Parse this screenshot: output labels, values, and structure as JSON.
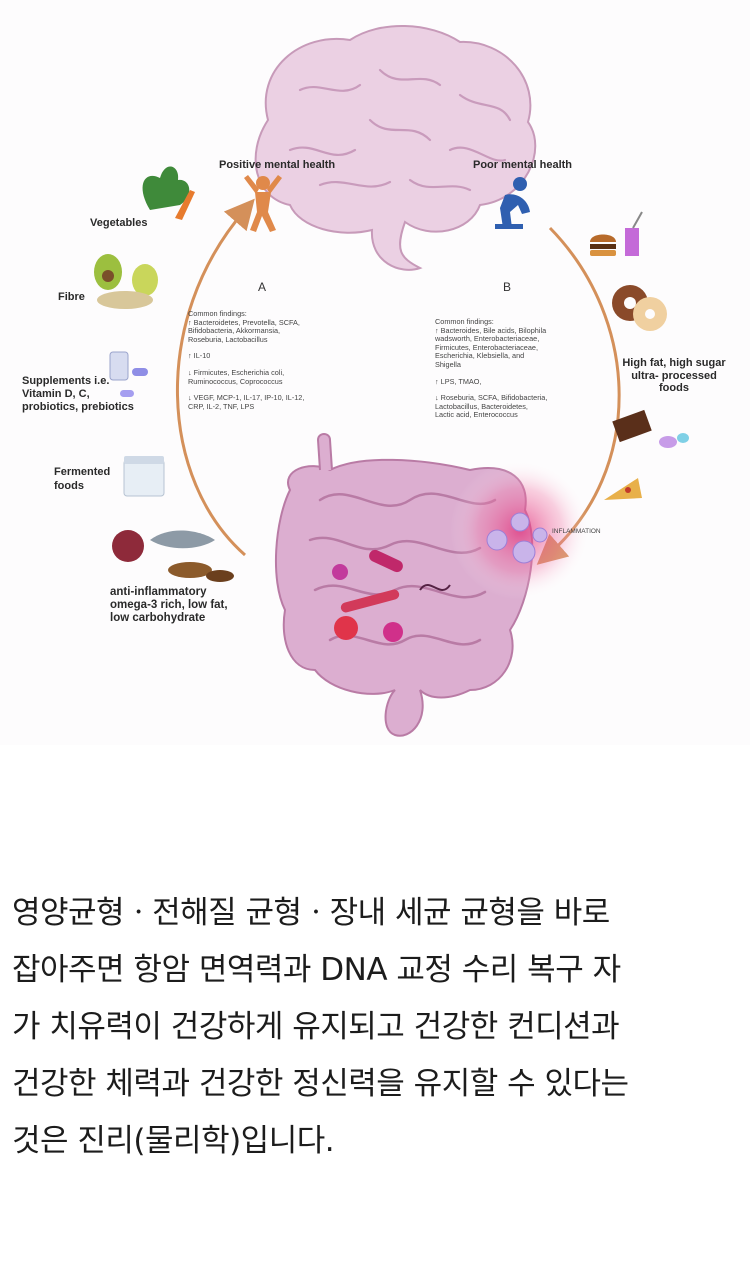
{
  "figure": {
    "labels": {
      "positive_mental_health": "Positive mental health",
      "poor_mental_health": "Poor mental health",
      "vegetables": "Vegetables",
      "fibre": "Fibre",
      "supplements": [
        "Supplements i.e.",
        "Vitamin D, C,",
        "probiotics, prebiotics"
      ],
      "fermented": [
        "Fermented",
        "foods"
      ],
      "anti_inflammatory": [
        "anti-inflammatory",
        "omega-3 rich, low fat,",
        "low carbohydrate"
      ],
      "high_fat": [
        "High fat, high sugar",
        "ultra- processed",
        "foods"
      ],
      "inflammation": "INFLAMMATION",
      "panel_a": "A",
      "panel_b": "B"
    },
    "panel_a_text": [
      "Common findings:",
      "↑ Bacteroidetes, Prevotella, SCFA,",
      "Bifidobacteria, Akkormansia,",
      "Roseburia, Lactobacillus",
      "",
      "↑ IL-10",
      "",
      "↓ Firmicutes, Escherichia coli,",
      "Ruminococcus, Coprococcus",
      "",
      "↓ VEGF, MCP-1, IL-17, IP-10, IL-12,",
      "CRP, IL-2, TNF, LPS"
    ],
    "panel_b_text": [
      "Common findings:",
      "↑ Bacteroides, Bile acids, Bilophila",
      "wadsworth, Enterobacteriaceae,",
      "Firmicutes, Enterobacteriaceae,",
      "Escherichia, Klebsiella, and",
      "Shigella",
      "",
      "↑ LPS, TMAO,",
      "",
      "↓ Roseburia, SCFA, Bifidobacteria,",
      "Lactobacillus, Bacteroidetes,",
      "Lactic acid, Enterococcus"
    ],
    "colors": {
      "arrow": "#d4905a",
      "brain": "#e8c8dc",
      "gut": "#d9a0c4",
      "person_positive": "#e0894a",
      "person_poor": "#2f5fb0"
    }
  },
  "caption": {
    "lines": [
      "영양균형ㆍ전해질 균형ㆍ장내 세균 균형을 바로",
      "잡아주면 항암 면역력과 DNA 교정 수리 복구 자",
      "가 치유력이 건강하게 유지되고 건강한 컨디션과",
      "건강한 체력과 건강한 정신력을 유지할 수 있다는",
      "것은 진리(물리학)입니다."
    ]
  }
}
